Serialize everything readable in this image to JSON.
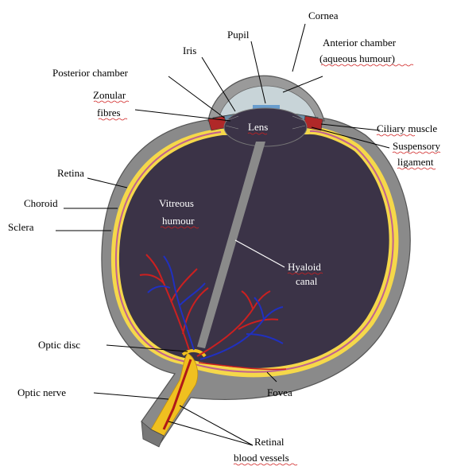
{
  "labels": {
    "cornea": "Cornea",
    "pupil": "Pupil",
    "iris": "Iris",
    "anterior_chamber_1": "Anterior chamber",
    "anterior_chamber_2": "(aqueous humour)",
    "posterior_chamber": "Posterior chamber",
    "zonular_1": "Zonular",
    "zonular_2": "fibres",
    "lens": "Lens",
    "ciliary_muscle": "Ciliary muscle",
    "suspensory_1": "Suspensory",
    "suspensory_2": "ligament",
    "retina": "Retina",
    "choroid": "Choroid",
    "sclera": "Sclera",
    "vitreous_1": "Vitreous",
    "vitreous_2": "humour",
    "hyaloid_1": "Hyaloid",
    "hyaloid_2": "canal",
    "optic_disc": "Optic disc",
    "optic_nerve": "Optic nerve",
    "fovea": "Fovea",
    "retinal_vessels_1": "Retinal",
    "retinal_vessels_2": "blood vessels"
  },
  "colors": {
    "sclera": "#8a8a8a",
    "vitreous": "#3b3347",
    "choroid": "#f5d84a",
    "retina_line": "#c06090",
    "lens": "#3b3347",
    "cornea_fill": "#c8d4d8",
    "iris": "#6a8fa8",
    "nerve": "#f0c020",
    "artery": "#cc2020",
    "vein": "#2030c0",
    "canal": "#8a8a8a"
  }
}
